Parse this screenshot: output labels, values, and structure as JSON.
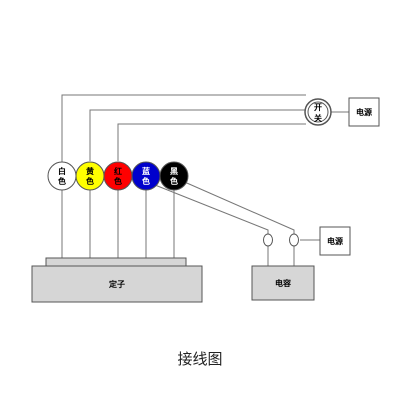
{
  "diagram": {
    "caption": "接线图",
    "switch_label": [
      "开",
      "关"
    ],
    "power_label_1": "电源",
    "power_label_2": "电源",
    "stator_label": "定子",
    "capacitor_label": "电容",
    "wires": [
      {
        "id": "white",
        "label": [
          "白",
          "色"
        ],
        "fill": "#ffffff",
        "text_color": "#000000"
      },
      {
        "id": "yellow",
        "label": [
          "黄",
          "色"
        ],
        "fill": "#ffff00",
        "text_color": "#000000"
      },
      {
        "id": "red",
        "label": [
          "红",
          "色"
        ],
        "fill": "#ff0000",
        "text_color": "#000000"
      },
      {
        "id": "blue",
        "label": [
          "蓝",
          "色"
        ],
        "fill": "#0000cc",
        "text_color": "#ffffff"
      },
      {
        "id": "black",
        "label": [
          "黑",
          "色"
        ],
        "fill": "#000000",
        "text_color": "#ffffff"
      }
    ],
    "colors": {
      "line": "#666666",
      "box_fill": "#d6d6d6",
      "box_stroke": "#555555"
    }
  }
}
